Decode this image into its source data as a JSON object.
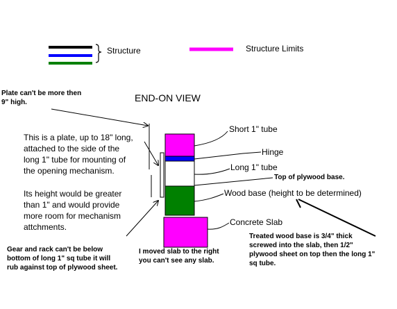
{
  "legend": {
    "structure_label": "Structure",
    "limits_label": "Structure Limits",
    "structure_colors": [
      "#000000",
      "#0000ff",
      "#008000"
    ],
    "limits_color": "#ff00ff"
  },
  "title": "END-ON VIEW",
  "notes": {
    "plate_height": "Plate can't be more then\n9\" high.",
    "plate_desc": "This is a plate, up to 18\" long,\nattached to the side of the\nlong 1\" tube for mounting of\nthe opening mechanism.",
    "plate_height_more": "Its height would be greater\nthan 1\" and would provide\nmore room for mechanism\nattchments.",
    "gear_rack": "Gear and rack can't be below\nbottom of long 1\" sq tube it will\nrub against top of plywood sheet.",
    "slab_moved": "I moved slab to the right\nyou can't see any slab.",
    "treated_wood": "Treated wood base is 3/4\" thick\nscrewed into the slab, then 1/2\"\nplywood sheet on top then the long 1\"\nsq tube."
  },
  "labels": {
    "short_tube": "Short 1\" tube",
    "hinge": "Hinge",
    "long_tube": "Long 1\" tube",
    "plywood_top": "Top of plywood base.",
    "wood_base": "Wood base (height to be determined)",
    "concrete_slab": "Concrete Slab"
  },
  "colors": {
    "short_tube_fill": "#ff00ff",
    "hinge_fill": "#0000ff",
    "wood_base_fill": "#008000",
    "slab_fill": "#ff00ff"
  }
}
